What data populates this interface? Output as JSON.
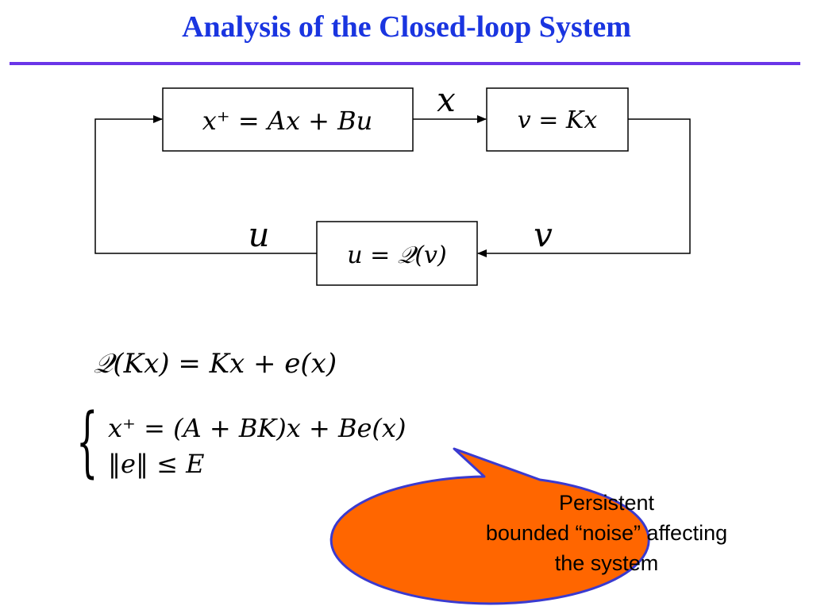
{
  "slide": {
    "title": "Analysis of the Closed-loop System"
  },
  "diagram": {
    "plant_block": "x⁺ = Ax + Bu",
    "controller_block": "v = Kx",
    "quantizer_block": "u = 𝒬(v)",
    "signal_x": "x",
    "signal_u": "u",
    "signal_v": "v"
  },
  "equations": {
    "quantizer_error": "𝒬(Kx) = Kx + e(x)",
    "system_line1": "x⁺ = (A + BK)x + Be(x)",
    "system_line2": "‖e‖ ≤ E"
  },
  "callout": {
    "line1": "Persistent",
    "line2": "bounded “noise” affecting",
    "line3": "the system",
    "fill_color": "#ff6600",
    "border_color": "#3a3ad0"
  },
  "colors": {
    "title": "#1a35e0",
    "rule": "#6a35e8"
  }
}
